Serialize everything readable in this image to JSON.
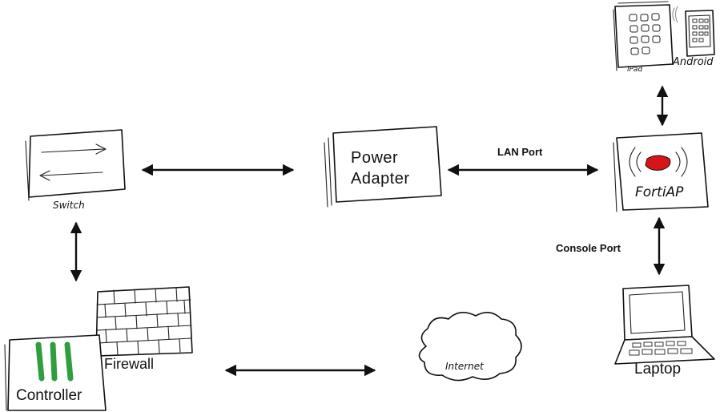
{
  "nodes": {
    "ipad": "iPad",
    "android": "Android",
    "switch": "Switch",
    "power_adapter_line1": "Power",
    "power_adapter_line2": "Adapter",
    "fortiap": "FortiAP",
    "firewall": "Firewall",
    "controller": "Controller",
    "internet": "Internet",
    "laptop": "Laptop"
  },
  "links": {
    "lan_port": "LAN Port",
    "console_port": "Console Port"
  },
  "colors": {
    "controller_bars": "#2e9e3e",
    "fortiap_signal": "#d7141a",
    "ink": "#111111"
  },
  "icons": [
    "tablet-icon",
    "phone-icon",
    "switch-icon",
    "adapter-icon",
    "access-point-icon",
    "firewall-brick-icon",
    "controller-icon",
    "cloud-icon",
    "laptop-icon"
  ]
}
